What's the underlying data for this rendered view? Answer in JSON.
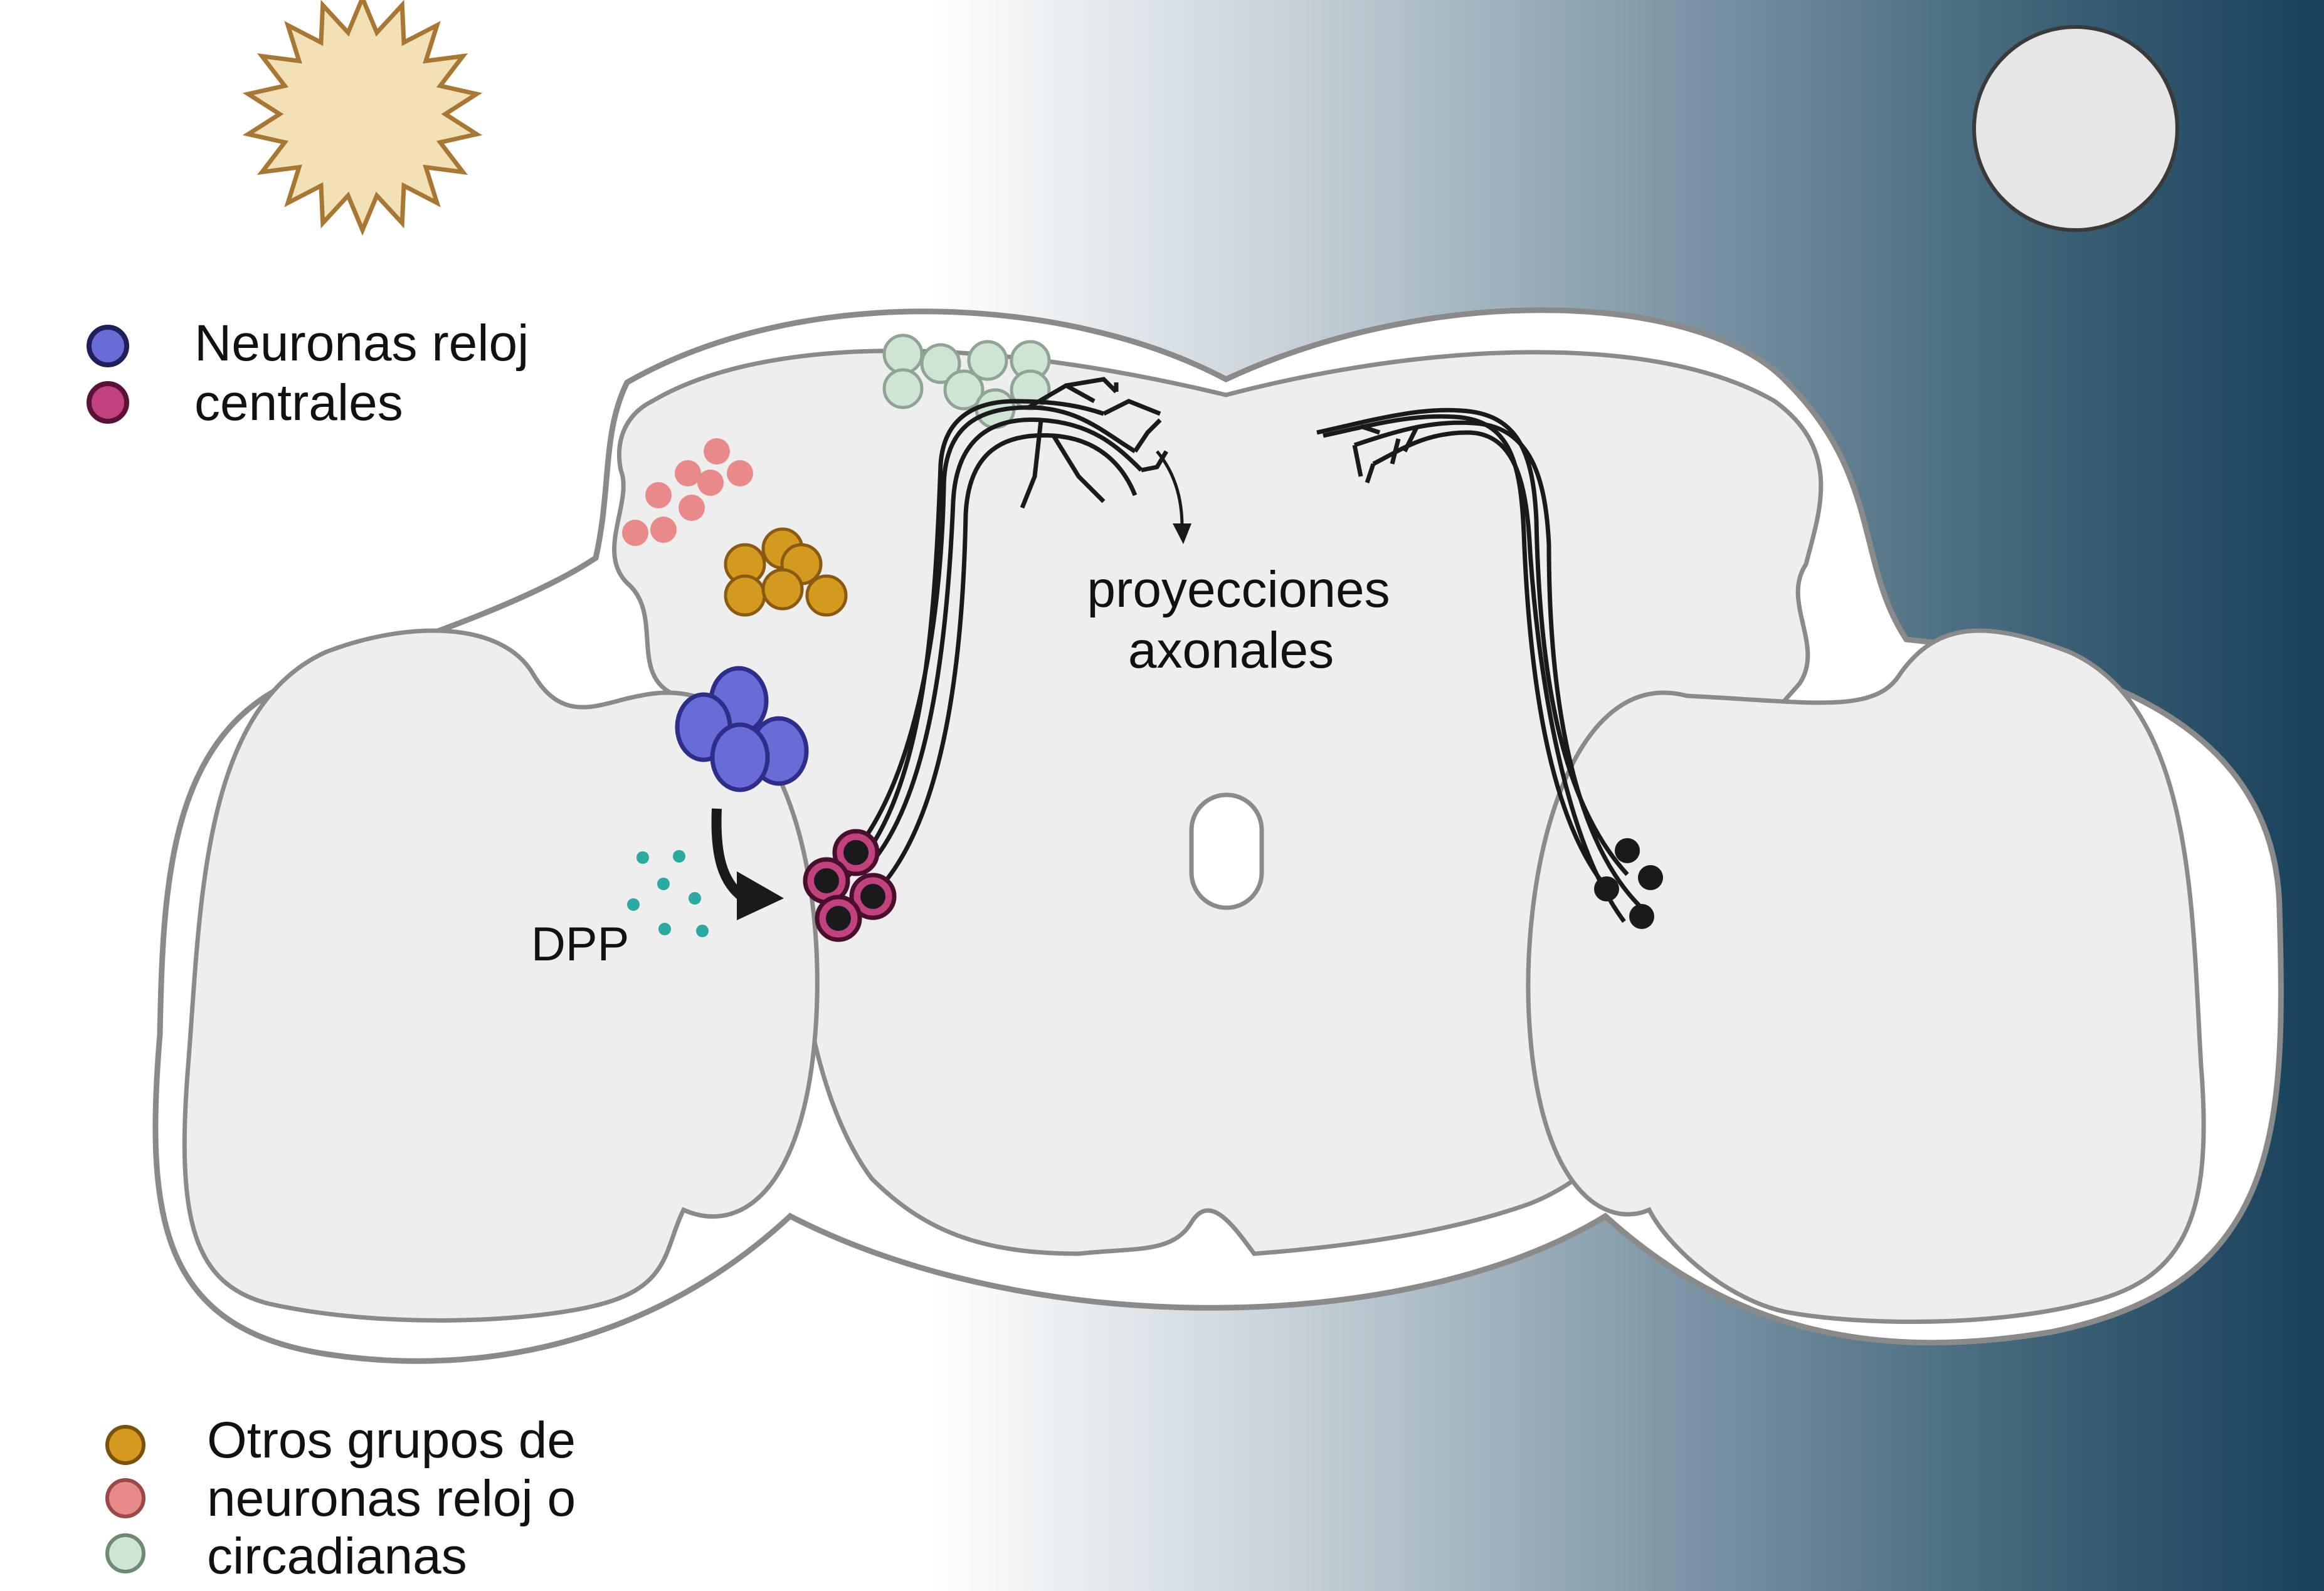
{
  "legend_top": {
    "line1": "Neuronas reloj",
    "line2": "centrales",
    "dot_colors": [
      "#6b6bd8",
      "#c2417f"
    ]
  },
  "legend_bottom": {
    "line1": "Otros grupos de",
    "line2": "neuronas reloj o",
    "line3": "circadianas",
    "dot_colors": [
      "#d49a20",
      "#e88a8a",
      "#cfe4d2"
    ]
  },
  "annotations": {
    "axonal_line1": "proyecciones",
    "axonal_line2": "axonales",
    "dpp": "DPP"
  },
  "colors": {
    "sun_fill": "#f2e0b6",
    "sun_stroke": "#a77733",
    "moon_fill": "#e6e6e6",
    "night_color": "#17405a",
    "brain_fill": "#eeeeee",
    "brain_outline": "#8a8a8a",
    "dpp_dots": "#2aaaa0"
  },
  "icons": [
    "sun-icon",
    "moon-icon"
  ]
}
